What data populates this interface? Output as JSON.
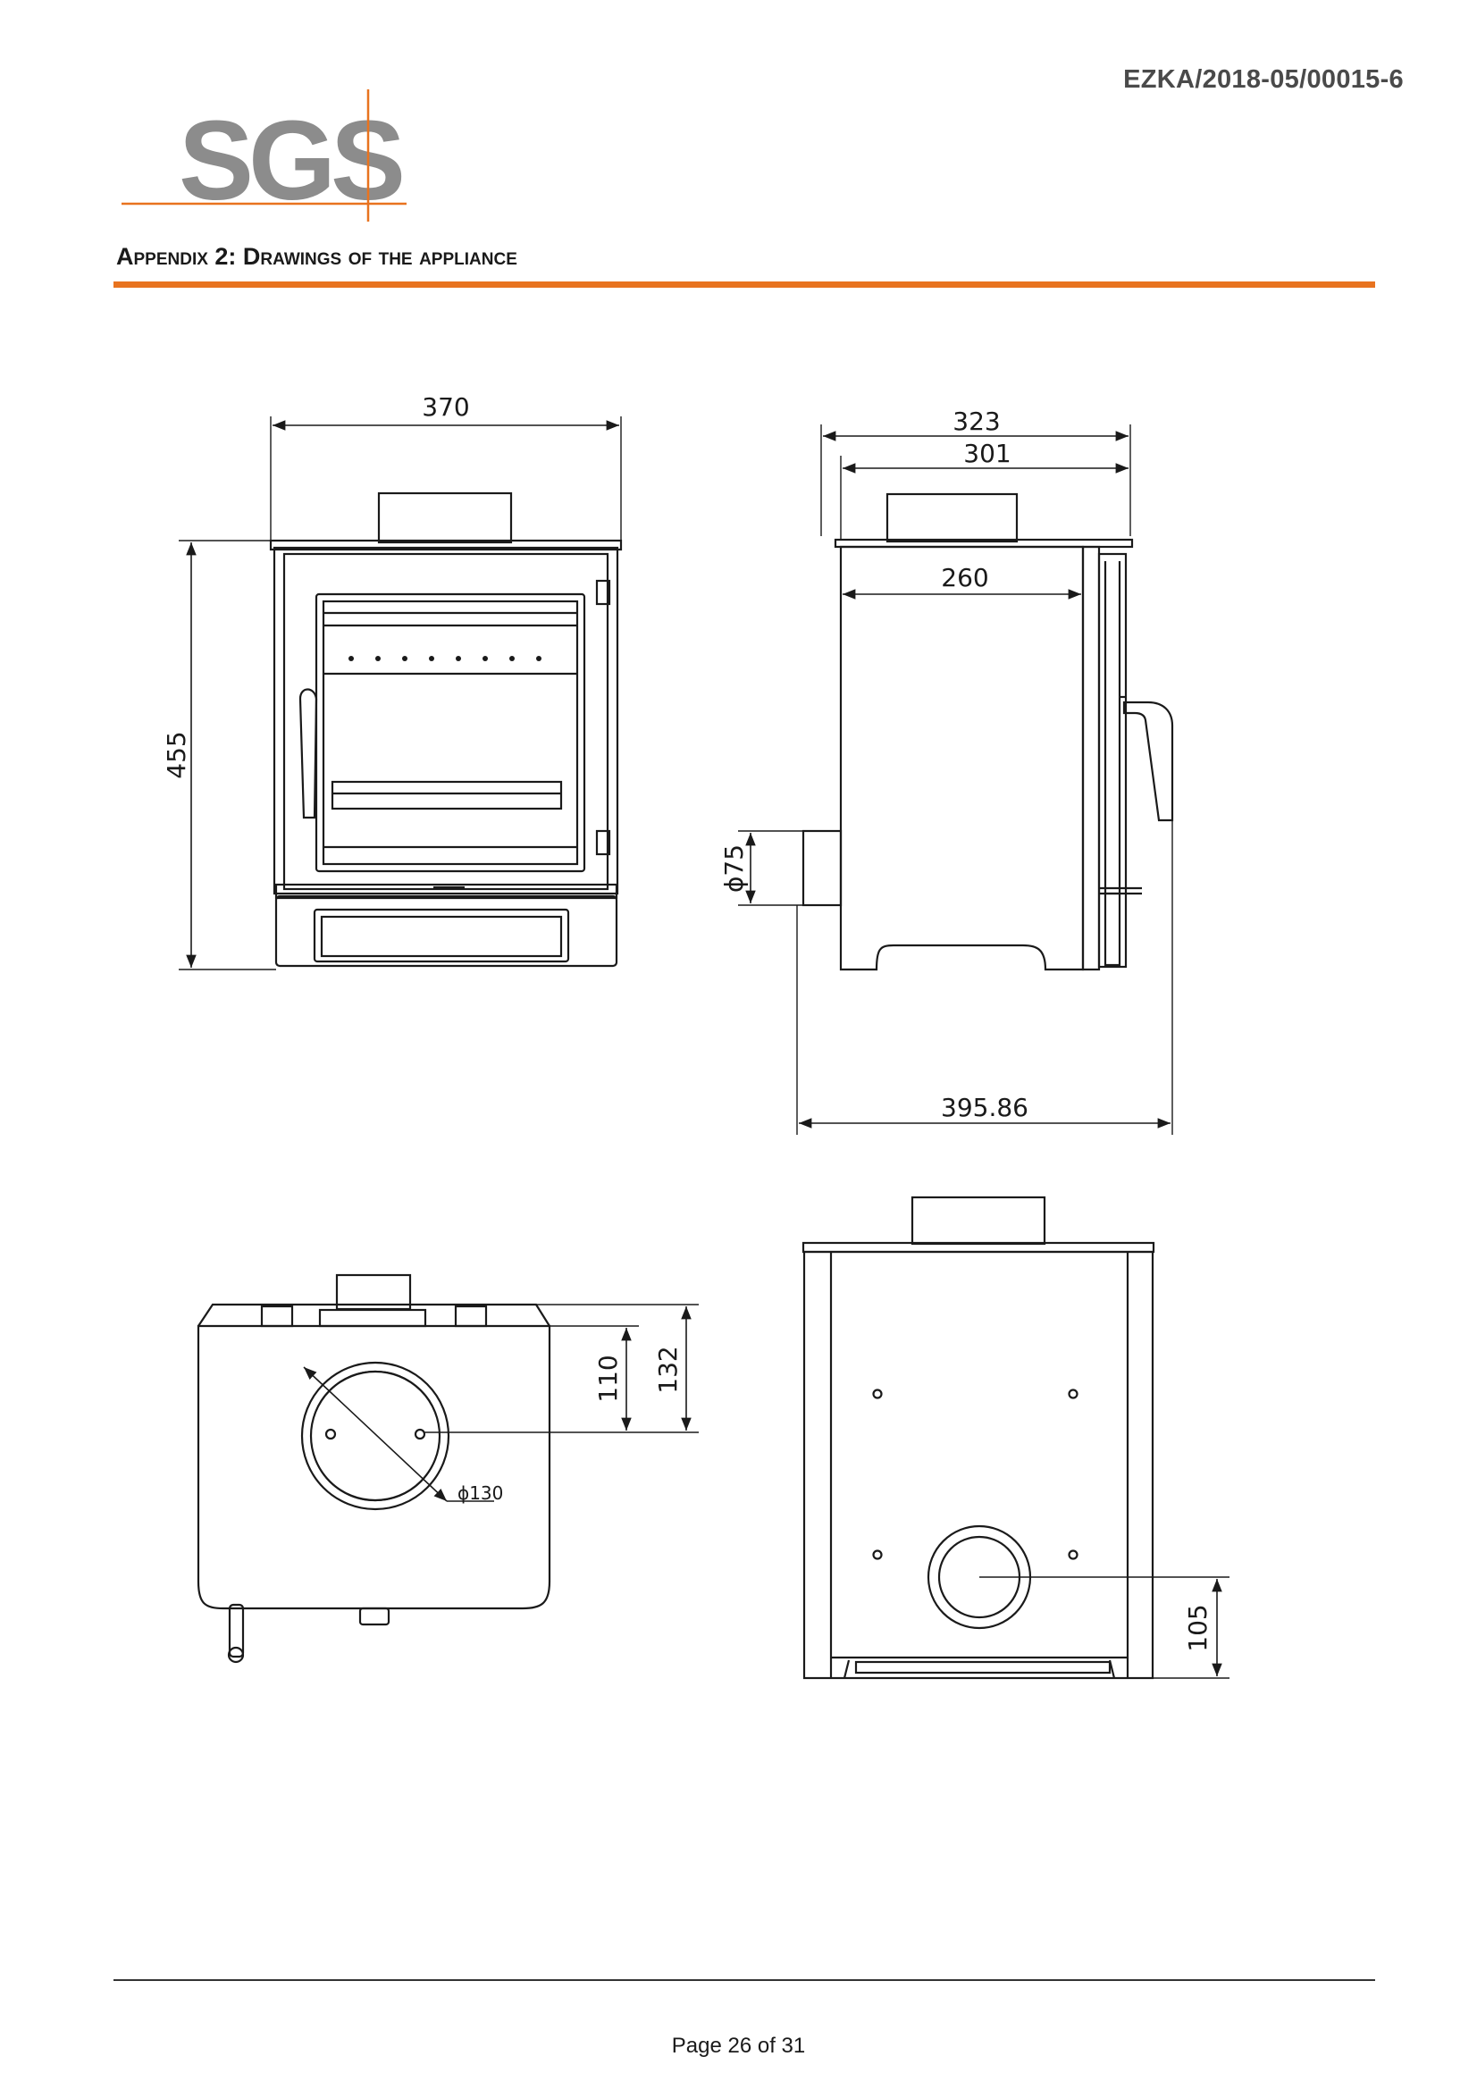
{
  "header": {
    "report_number": "EZKA/2018-05/00015-6",
    "logo_text": "SGS",
    "logo_colors": {
      "text": "#8c8c8c",
      "line": "#e8731f"
    }
  },
  "section": {
    "title": "Appendix 2: Drawings of the appliance",
    "rule_color": "#e8731f"
  },
  "drawings": {
    "front_view": {
      "width_label": "370",
      "height_label": "455"
    },
    "side_view": {
      "depth_outer_label": "323",
      "depth_body_label": "301",
      "depth_inner_label": "260",
      "flue_diameter_label": "ϕ75",
      "overall_depth_label": "395.86"
    },
    "top_view": {
      "offset_small_label": "110",
      "offset_large_label": "132",
      "flue_diameter_label": "ϕ130"
    },
    "rear_view": {
      "flue_height_label": "105"
    }
  },
  "footer": {
    "page_label": "Page 26 of 31"
  }
}
